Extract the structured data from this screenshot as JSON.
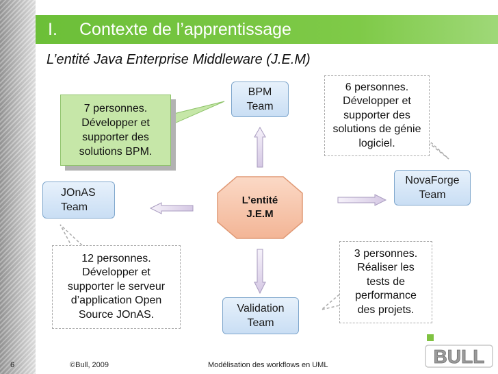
{
  "slide": {
    "title_number": "I.",
    "title": "Contexte de l’apprentissage",
    "subtitle": "L’entité Java Enterprise Middleware (J.E.M)"
  },
  "nodes": {
    "center": {
      "line1": "L’entité",
      "line2": "J.E.M"
    },
    "bpm": {
      "line1": "BPM",
      "line2": "Team"
    },
    "jonas": {
      "line1": "JOnAS",
      "line2": "Team"
    },
    "novaforge": {
      "line1": "NovaForge",
      "line2": "Team"
    },
    "validation": {
      "line1": "Validation",
      "line2": "Team"
    }
  },
  "notes": {
    "bpm": [
      "7 personnes.",
      "Développer et",
      "supporter des",
      "solutions BPM."
    ],
    "novaforge": [
      "6 personnes.",
      "Développer et",
      "supporter des",
      "solutions de génie",
      "logiciel."
    ],
    "jonas": [
      "12 personnes.",
      "Développer et",
      "supporter le serveur",
      "d’application Open",
      "Source JOnAS."
    ],
    "validation": [
      "3 personnes.",
      "Réaliser les",
      "tests de",
      "performance",
      "des projets."
    ]
  },
  "footer": {
    "page": "6",
    "copyright": "©Bull, 2009",
    "center_text": "Modélisation des workflows en UML"
  },
  "logo": {
    "text": "BULL"
  },
  "colors": {
    "title_bar": "#7fca48",
    "team_fill": "#d6e6f7",
    "team_border": "#7ea6cc",
    "center_fill": "#f7c7ad",
    "bpm_note_fill": "#c6e7a8",
    "arrow_fill": "#e6dcef"
  }
}
